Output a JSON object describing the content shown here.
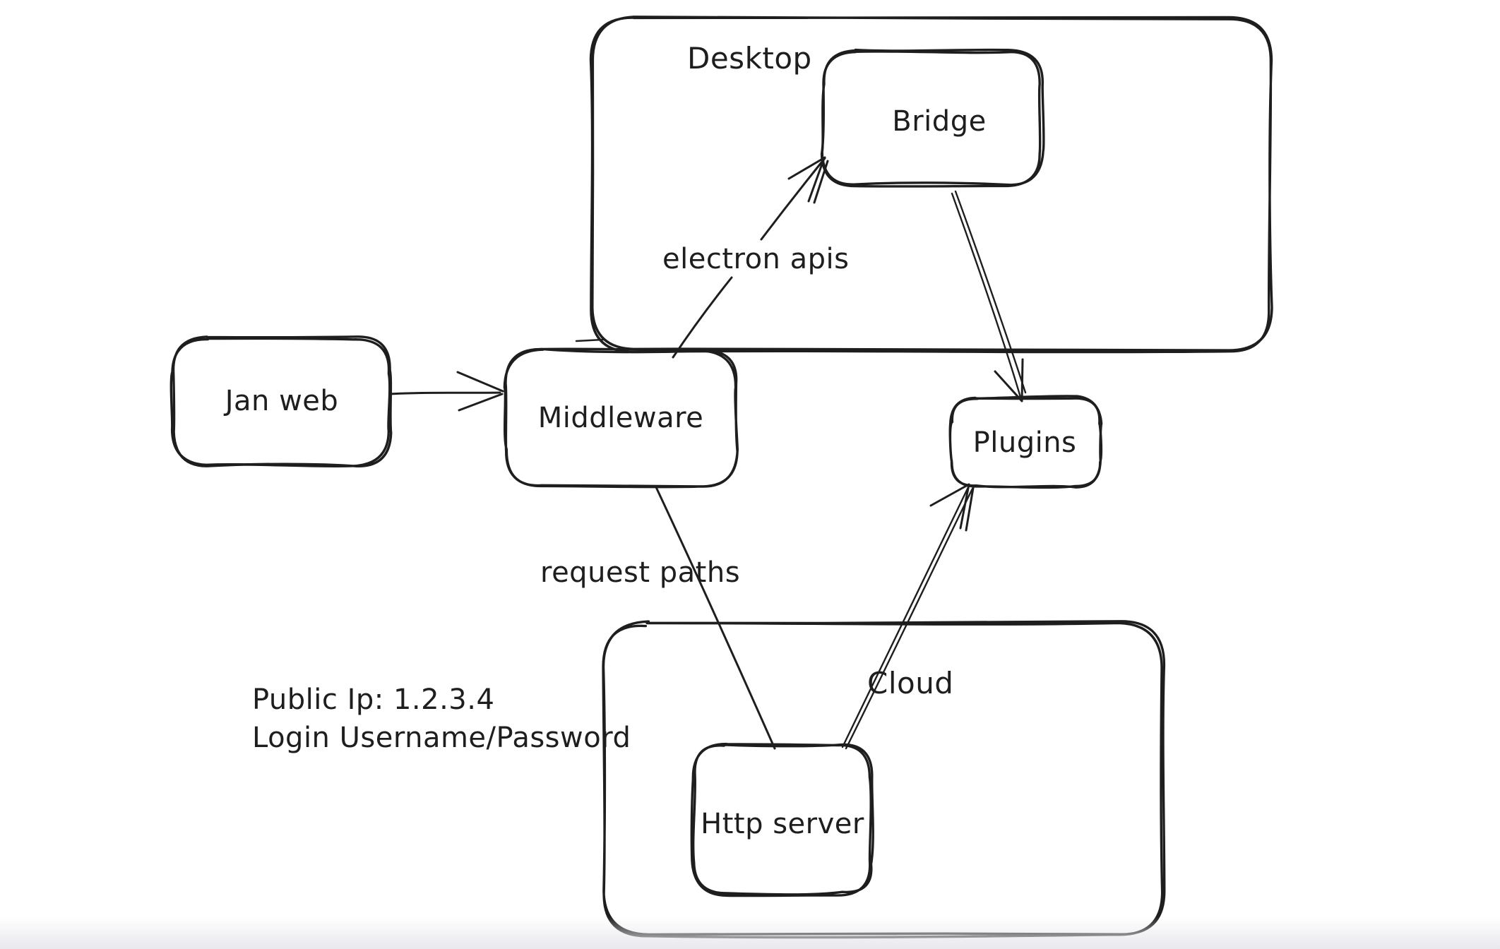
{
  "canvas": {
    "colors": {
      "ink": "#1e1e1e",
      "background": "#ffffff"
    },
    "containers": [
      {
        "label": "Desktop"
      },
      {
        "label": "Cloud"
      }
    ],
    "nodes": [
      {
        "label": "Jan web"
      },
      {
        "label": "Middleware"
      },
      {
        "label": "Bridge"
      },
      {
        "label": "Plugins"
      },
      {
        "label": "Http server"
      }
    ],
    "edge_labels": [
      {
        "text": "electron apis"
      },
      {
        "text": "request paths"
      }
    ],
    "notes": [
      {
        "text": "Public Ip: 1.2.3.4"
      },
      {
        "text": "Login Username/Password"
      }
    ]
  }
}
